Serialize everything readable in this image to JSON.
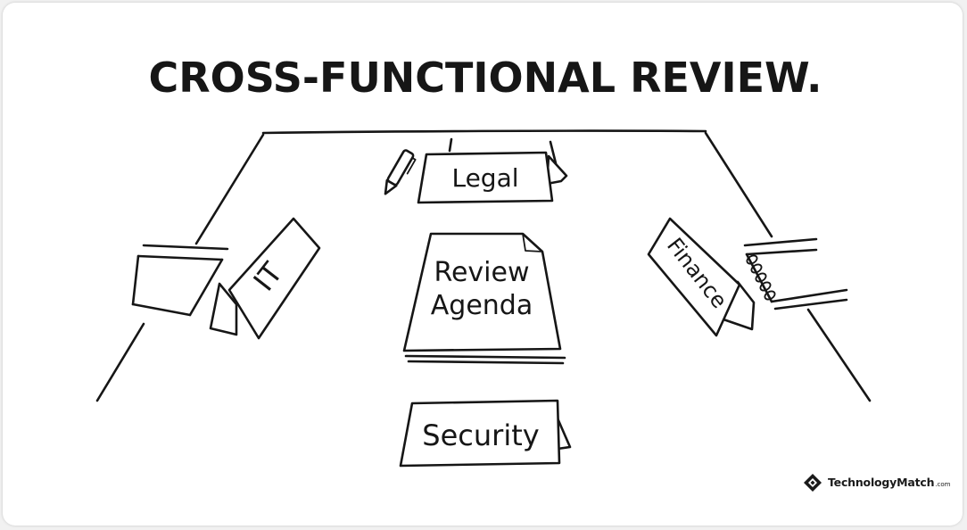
{
  "title": "CROSS-FUNCTIONAL REVIEW.",
  "seats": {
    "top": "Legal",
    "left": "IT",
    "right": "Finance",
    "bottom": "Security"
  },
  "agenda": {
    "line1": "Review",
    "line2": "Agenda"
  },
  "brand": {
    "name": "TechnologyMatch",
    "suffix": ".com"
  }
}
